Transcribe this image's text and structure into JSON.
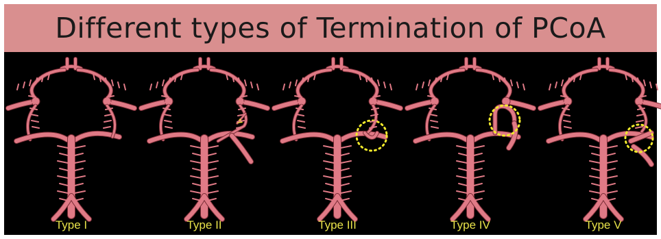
{
  "title": "Different types of Termination of PCoA",
  "label_color": "#e8e24a",
  "vessel_color": "#e07a86",
  "marker_color": "#f2ea2c",
  "panels": [
    {
      "label": "Type I",
      "variant": 1
    },
    {
      "label": "Type II",
      "variant": 2
    },
    {
      "label": "Type III",
      "variant": 3
    },
    {
      "label": "Type IV",
      "variant": 4
    },
    {
      "label": "Type V",
      "variant": 5
    }
  ]
}
